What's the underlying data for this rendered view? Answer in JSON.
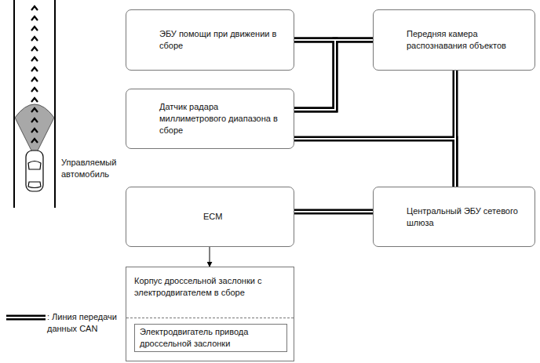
{
  "diagram": {
    "nodes": [
      {
        "text": [
          "ЭБУ помощи при движении в сборе"
        ]
      },
      {
        "text": [
          "Передняя камера распознавания объектов"
        ]
      },
      {
        "text": [
          "Датчик радара миллиметрового диапазона в сборе"
        ]
      },
      {
        "text": [
          "ECM"
        ]
      },
      {
        "text": [
          "Центральный ЭБУ сетевого шлюза"
        ]
      },
      {
        "text": [
          "Корпус дроссельной заслонки с электродвигателем в сборе"
        ]
      },
      {
        "text": [
          "Электродвигатель привода дроссельной заслонки"
        ],
        "in": 5
      }
    ],
    "edges": [
      {
        "from": 0,
        "to": 1,
        "arrow": "none"
      },
      {
        "from": 2,
        "to": 0,
        "arrow": "none"
      },
      {
        "from": 2,
        "to": 1,
        "arrow": "none"
      },
      {
        "from": 1,
        "to": 4,
        "arrow": "none"
      },
      {
        "from": 2,
        "to": 4,
        "arrow": "none"
      },
      {
        "from": 4,
        "to": 3,
        "arrow": "none"
      },
      {
        "from": 3,
        "to": 5,
        "arrow": "to"
      }
    ],
    "labels": [
      "Управляемый автомобиль"
    ],
    "legend": [
      {
        "text": ": Линия передачи данных CAN"
      }
    ]
  }
}
